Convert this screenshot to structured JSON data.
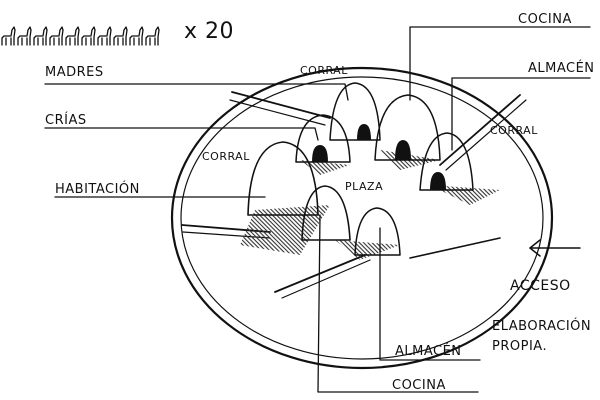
{
  "diagram": {
    "multiplier": "x 20",
    "labels": {
      "madres": "MADRES",
      "crias": "CRÍAS",
      "habitacion": "HABITACIÓN",
      "cocina_top": "COCINA",
      "almacen_top": "ALMACÉN",
      "corral_top": "CORRAL",
      "corral_right": "CORRAL",
      "corral_left": "CORRAL",
      "plaza": "PLAZA",
      "acceso": "ACCESO",
      "almacen_bottom": "ALMACÉN",
      "cocina_bottom": "COCINA",
      "credit_line1": "ELABORACIÓN",
      "credit_line2": "PROPIA."
    },
    "herd_icon": "llama-icon"
  }
}
